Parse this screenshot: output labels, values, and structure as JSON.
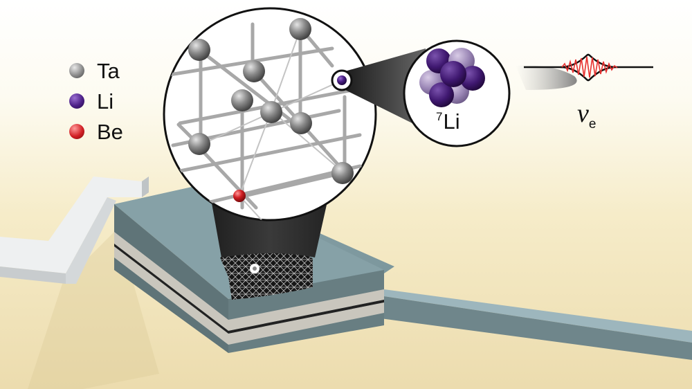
{
  "figure": {
    "description": "Superconducting tunnel junction detector with Ta crystal lattice containing Li and Be atoms; 7Li nucleus emits an electron neutrino wave packet"
  },
  "legend": {
    "items": [
      {
        "label": "Ta",
        "color": "#8a8a8a"
      },
      {
        "label": "Li",
        "color": "#4b1f86"
      },
      {
        "label": "Be",
        "color": "#d11f24"
      }
    ]
  },
  "nucleus": {
    "mass_number": "7",
    "element": "Li",
    "proton_color": "#3f1870",
    "neutron_color": "#9a86b5"
  },
  "neutrino": {
    "symbol": "ν",
    "subscript": "e",
    "wave_color": "#e8302f"
  },
  "colors": {
    "background_top": "#ffffff",
    "background_bottom": "#efe0b4",
    "device_top": "#7f9aa0",
    "device_side": "#5f7478",
    "device_layer": "#c9c6bd",
    "lead_color": "#e6e9ea",
    "zoom_cone": "#2a2a2a"
  }
}
